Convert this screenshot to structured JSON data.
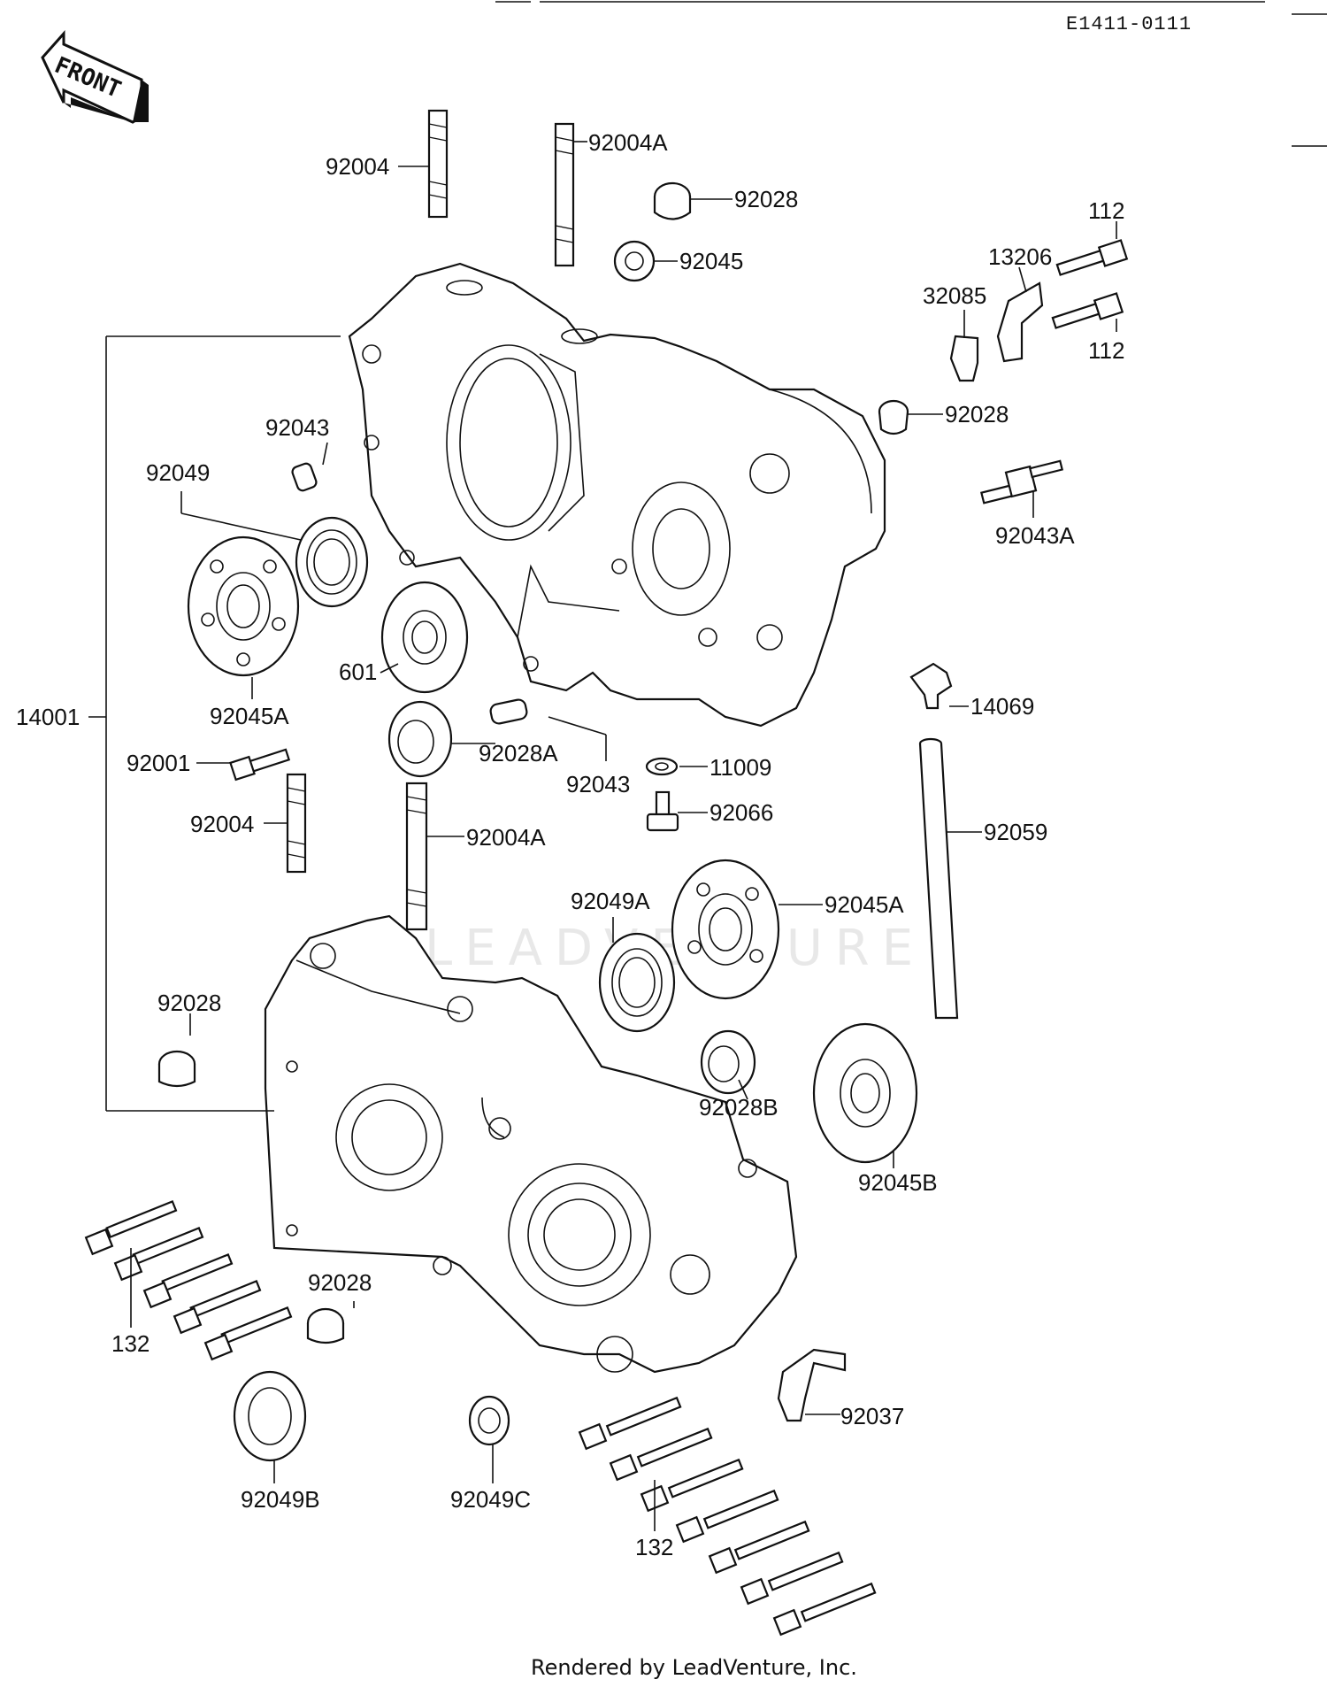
{
  "diagram_id": "E1411-0111",
  "front_badge": "FRONT",
  "watermark": "LEADVENTURE",
  "footer": "Rendered by LeadVenture, Inc.",
  "labels": {
    "p92004_top": "92004",
    "p92004A_top": "92004A",
    "p92028_top": "92028",
    "p92045_top": "92045",
    "p112_a": "112",
    "p13206": "13206",
    "p32085": "32085",
    "p112_b": "112",
    "p92028_r": "92028",
    "p92043_l": "92043",
    "p92049": "92049",
    "p92043A": "92043A",
    "p601": "601",
    "p92045A_l": "92045A",
    "p14001": "14001",
    "p92001": "92001",
    "p92028A": "92028A",
    "p92043_m": "92043",
    "p11009": "11009",
    "p14069": "14069",
    "p92066": "92066",
    "p92059": "92059",
    "p92004_b": "92004",
    "p92004A_b": "92004A",
    "p92049A": "92049A",
    "p92045A_r": "92045A",
    "p92028_lb": "92028",
    "p92028B": "92028B",
    "p92045B": "92045B",
    "p92028_b2": "92028",
    "p132_l": "132",
    "p92037": "92037",
    "p92049B": "92049B",
    "p92049C": "92049C",
    "p132_r": "132"
  }
}
